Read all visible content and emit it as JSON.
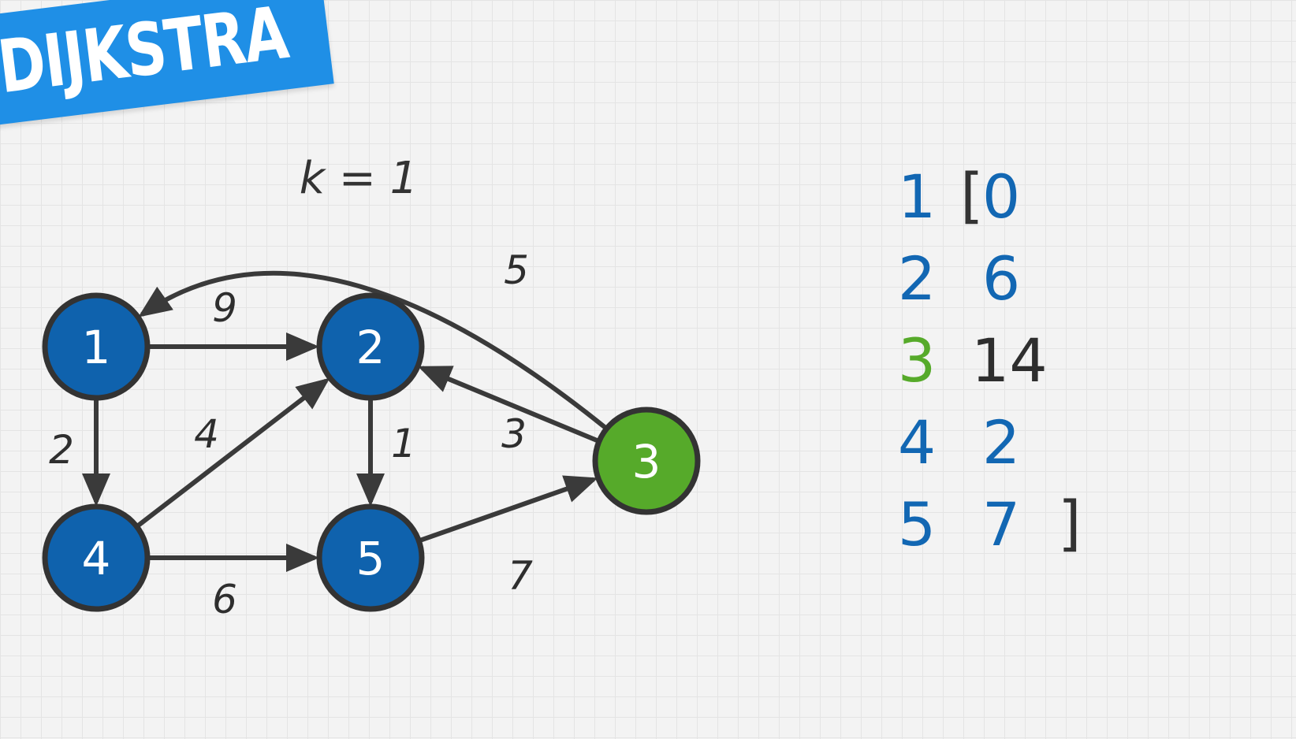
{
  "banner": {
    "title": "DIJKSTRA"
  },
  "iteration": {
    "label": "k = 1"
  },
  "colors": {
    "node_fill": "#0f62ad",
    "current_node_fill": "#56aa2a",
    "node_stroke": "#333333",
    "edge": "#3a3a3a",
    "banner_bg": "#1f8fe6",
    "distance_text": "#1267b3",
    "current_index_text": "#56aa2a",
    "unsettled_value_text": "#2e2e2e"
  },
  "graph": {
    "nodes": [
      {
        "id": "1",
        "label": "1",
        "current": false
      },
      {
        "id": "2",
        "label": "2",
        "current": false
      },
      {
        "id": "3",
        "label": "3",
        "current": true
      },
      {
        "id": "4",
        "label": "4",
        "current": false
      },
      {
        "id": "5",
        "label": "5",
        "current": false
      }
    ],
    "edges": [
      {
        "from": "1",
        "to": "2",
        "weight": "9"
      },
      {
        "from": "1",
        "to": "4",
        "weight": "2"
      },
      {
        "from": "4",
        "to": "2",
        "weight": "4"
      },
      {
        "from": "4",
        "to": "5",
        "weight": "6"
      },
      {
        "from": "2",
        "to": "5",
        "weight": "1"
      },
      {
        "from": "5",
        "to": "3",
        "weight": "7"
      },
      {
        "from": "3",
        "to": "2",
        "weight": "3"
      },
      {
        "from": "3",
        "to": "1",
        "weight": "5"
      }
    ]
  },
  "distances": {
    "open_bracket": "[",
    "close_bracket": "]",
    "rows": [
      {
        "index": "1",
        "value": "0",
        "current": false
      },
      {
        "index": "2",
        "value": "6",
        "current": false
      },
      {
        "index": "3",
        "value": "14",
        "current": true
      },
      {
        "index": "4",
        "value": "2",
        "current": false
      },
      {
        "index": "5",
        "value": "7",
        "current": false
      }
    ]
  }
}
